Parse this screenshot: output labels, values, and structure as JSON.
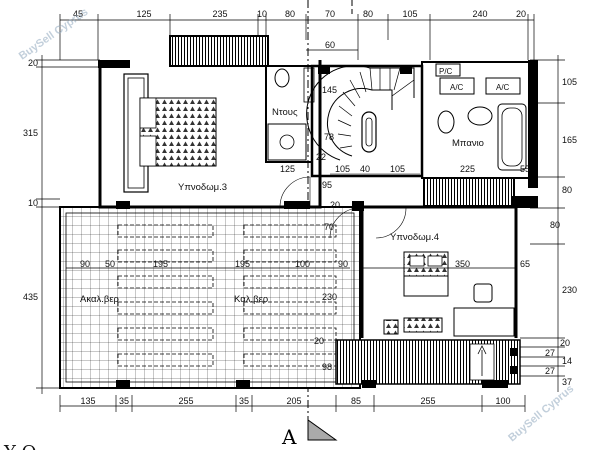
{
  "watermark": "BuySell Cyprus",
  "section_marker": "A",
  "heading_fragment": "Υ        Ο",
  "dims": {
    "top": [
      "45",
      "125",
      "235",
      "10",
      "80",
      "70",
      "80",
      "105",
      "240",
      "20"
    ],
    "top_sub": "60",
    "left": [
      "20",
      "315",
      "10",
      "435"
    ],
    "right": [
      "105",
      "165",
      "80",
      "80",
      "230",
      "20",
      "27",
      "14",
      "27",
      "37"
    ],
    "bottom": [
      "135",
      "35",
      "255",
      "35",
      "205",
      "85",
      "255",
      "100"
    ],
    "interior": {
      "d145": "145",
      "d78": "78",
      "d125": "125",
      "d22": "22",
      "d105a": "105",
      "d40": "40",
      "d105b": "105",
      "d225": "225",
      "d55": "55",
      "d95": "95",
      "d20a": "20",
      "d70": "70",
      "d90a": "90",
      "d50": "50",
      "d195a": "195",
      "d195b": "195",
      "d100": "100",
      "d90b": "90",
      "d350": "350",
      "d65": "65",
      "d230": "230",
      "d20b": "20",
      "d98": "98"
    }
  },
  "rooms": {
    "bed3": "Υπνοδωμ.3",
    "bed4": "Υπνοδωμ.4",
    "shower": "Ντους",
    "bath": "Μπανιο",
    "veranda_left": "Ακαλ.βερ",
    "veranda_main": "Καλ.βερ",
    "pc": "P/C",
    "ac1": "A/C",
    "ac2": "A/C"
  }
}
